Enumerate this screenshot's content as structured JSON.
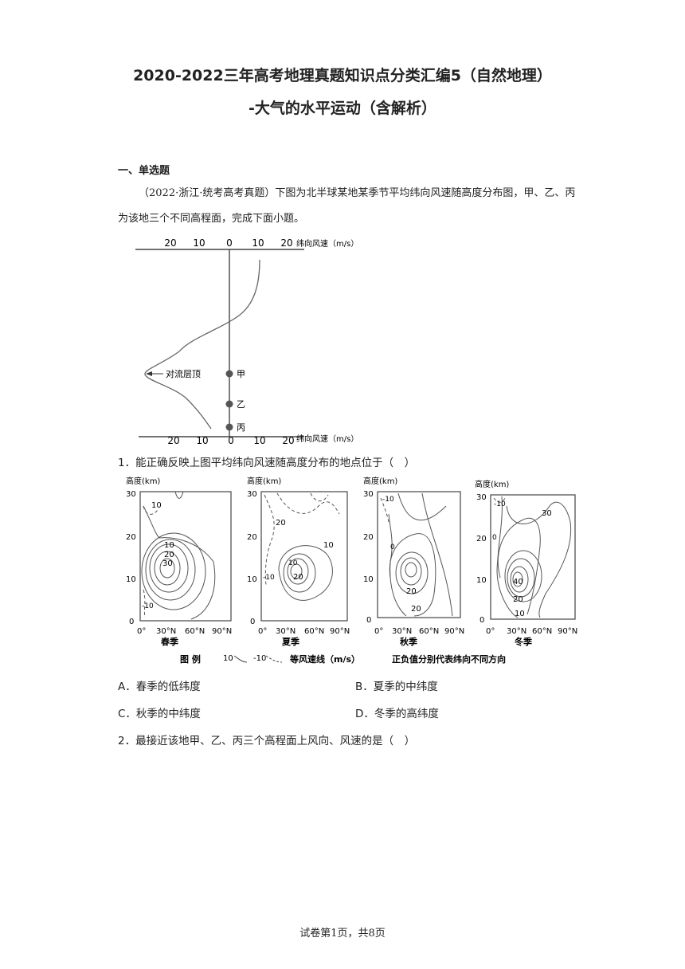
{
  "title_line1": "2020-2022三年高考地理真题知识点分类汇编5（自然地理）",
  "title_line2": "-大气的水平运动（含解析）",
  "section": "一、单选题",
  "intro": "（2022·浙江·统考高考真题）下图为北半球某地某季节平均纬向风速随高度分布图，甲、乙、丙为该地三个不同高程面，完成下面小题。",
  "fig1": {
    "axis_label": "纬向风速（m/s）",
    "ticks_top": [
      "20",
      "10",
      "0",
      "10",
      "20"
    ],
    "ticks_bottom": [
      "20",
      "10",
      "0",
      "10",
      "20"
    ],
    "tropopause": "对流层顶",
    "points": [
      "甲",
      "乙",
      "丙"
    ]
  },
  "q1": "1．能正确反映上图平均纬向风速随高度分布的地点位于（　）",
  "fig2": {
    "ylabel": "高度(km)",
    "yticks": [
      "30",
      "20",
      "10",
      "0"
    ],
    "xticks": [
      "0°",
      "30°N",
      "60°N",
      "90°N"
    ],
    "seasons": [
      "春季",
      "夏季",
      "秋季",
      "冬季"
    ],
    "legend_title": "图 例",
    "legend_solid": "10",
    "legend_dashed": "-10",
    "legend_desc": "等风速线（m/s）",
    "legend_note": "正负值分别代表纬向不同方向",
    "labels": {
      "spring": [
        "10",
        "10",
        "20",
        "30",
        "-10"
      ],
      "summer": [
        "20",
        "-10",
        "10",
        "20",
        "10"
      ],
      "autumn": [
        "-10",
        "20",
        "0",
        "20"
      ],
      "winter": [
        "-10",
        "30",
        "0",
        "40",
        "20",
        "10"
      ]
    }
  },
  "options": {
    "A": "A．春季的低纬度",
    "B": "B．夏季的中纬度",
    "C": "C．秋季的中纬度",
    "D": "D．冬季的高纬度"
  },
  "q2": "2．最接近该地甲、乙、丙三个高程面上风向、风速的是（　）",
  "footer": "试卷第1页，共8页"
}
